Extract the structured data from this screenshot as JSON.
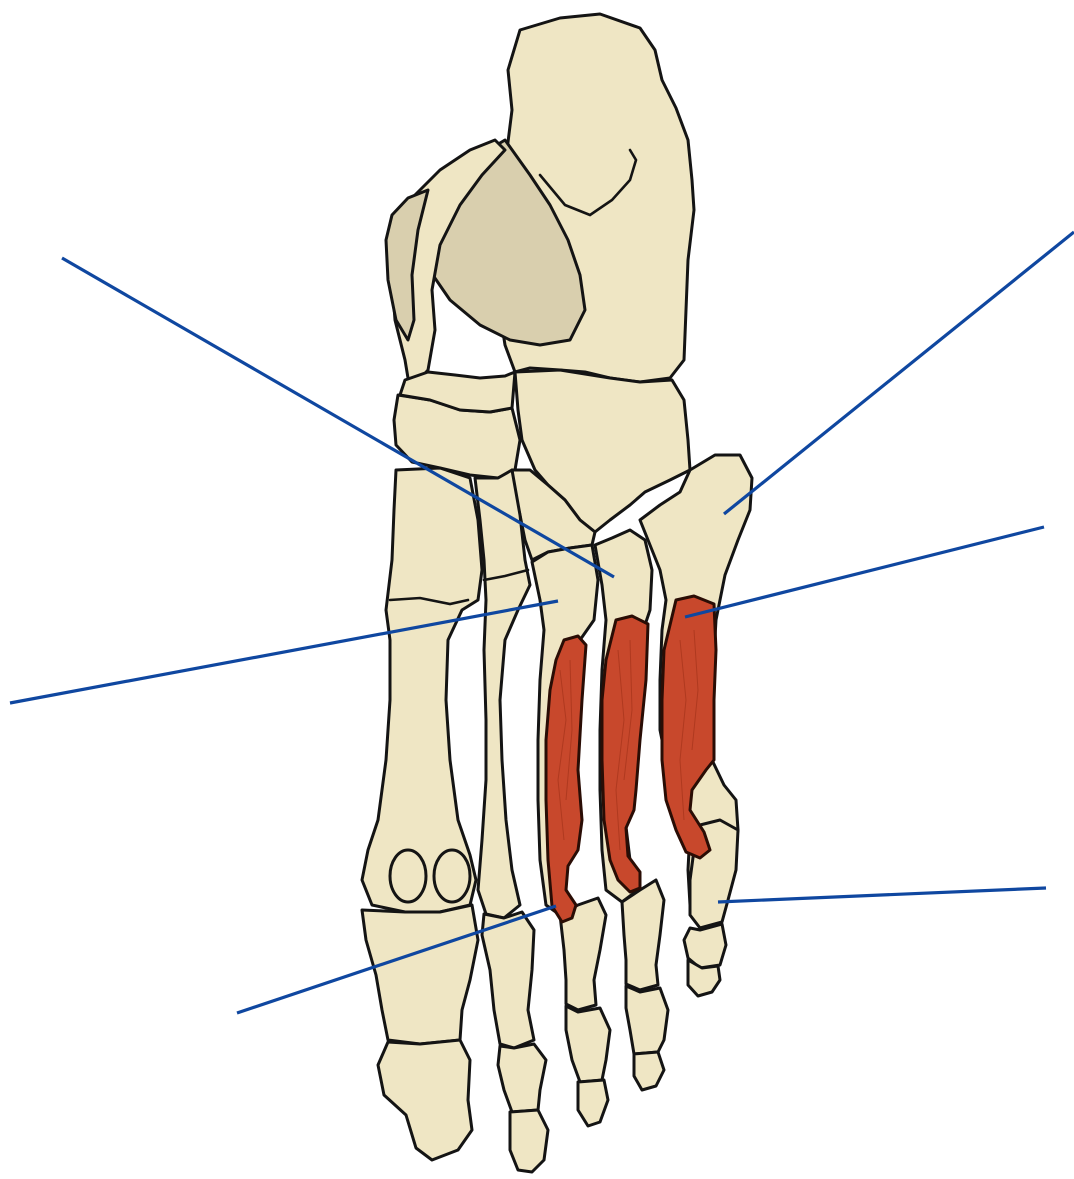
{
  "colors": {
    "background": "#ffffff",
    "bone": "#efe6c4",
    "bone_shade": "#d9cfae",
    "outline": "#141414",
    "muscle": "#c8482c",
    "leader_line": "#0f47a0"
  },
  "structures": [
    {
      "id": "muscle-1",
      "name": "highlighted-muscle"
    },
    {
      "id": "muscle-2",
      "name": "highlighted-muscle"
    },
    {
      "id": "muscle-3",
      "name": "highlighted-muscle"
    }
  ],
  "labels": []
}
